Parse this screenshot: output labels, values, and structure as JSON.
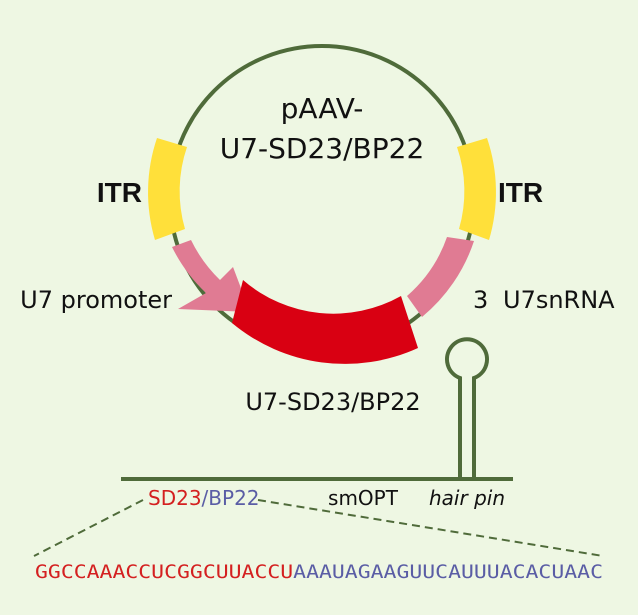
{
  "plasmid": {
    "name_line1": "pAAV-",
    "name_line2": "U7-SD23/BP22"
  },
  "labels": {
    "itr_left": "ITR",
    "itr_right": "ITR",
    "u7_promoter": "U7 promoter",
    "three": "3",
    "u7snrna": "U7snRNA",
    "insert": "U7-SD23/BP22",
    "sd23": "SD23",
    "slash": "/",
    "bp22": "BP22",
    "smopt": "smOPT",
    "hairpin": "hair pin"
  },
  "sequence": {
    "sd23_part": "GGCCAAACCUCGGCUUACCU",
    "bp22_part": "AAAUAGAAGUUCAUUUACACUAAC"
  },
  "colors": {
    "background": "#EEF7E3",
    "backbone": "#4F6B3A",
    "itr": "#FFE03A",
    "promoter": "#E07B93",
    "insert": "#D90012",
    "sd23": "#D42020",
    "bp22": "#5A5DA5",
    "text": "#111111"
  }
}
